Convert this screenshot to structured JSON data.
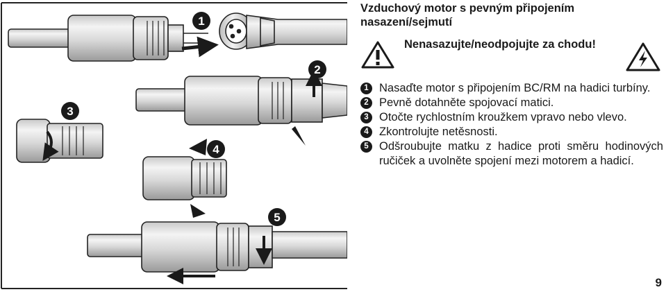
{
  "heading": "Vzduchový motor s pevným připojením nasazení/sejmutí",
  "warning": {
    "text": "Nenasazujte/neodpojujte za chodu!",
    "icons": [
      "warning-triangle-icon",
      "high-voltage-icon"
    ]
  },
  "steps": [
    {
      "num": "1",
      "text": "Nasaďte motor s připojením BC/RM na hadici turbíny."
    },
    {
      "num": "2",
      "text": "Pevně dotahněte spojovací matici."
    },
    {
      "num": "3",
      "text": "Otočte rychlostním kroužkem vpravo nebo vlevo."
    },
    {
      "num": "4",
      "text": "Zkontrolujte netěsnosti."
    },
    {
      "num": "5",
      "text": "Odšroubujte matku z hadice proti směru hodinových ručiček a uvolněte spojení mezi motorem a hadicí."
    }
  ],
  "figure_labels": [
    "1",
    "2",
    "3",
    "4",
    "5"
  ],
  "page_number": "9"
}
